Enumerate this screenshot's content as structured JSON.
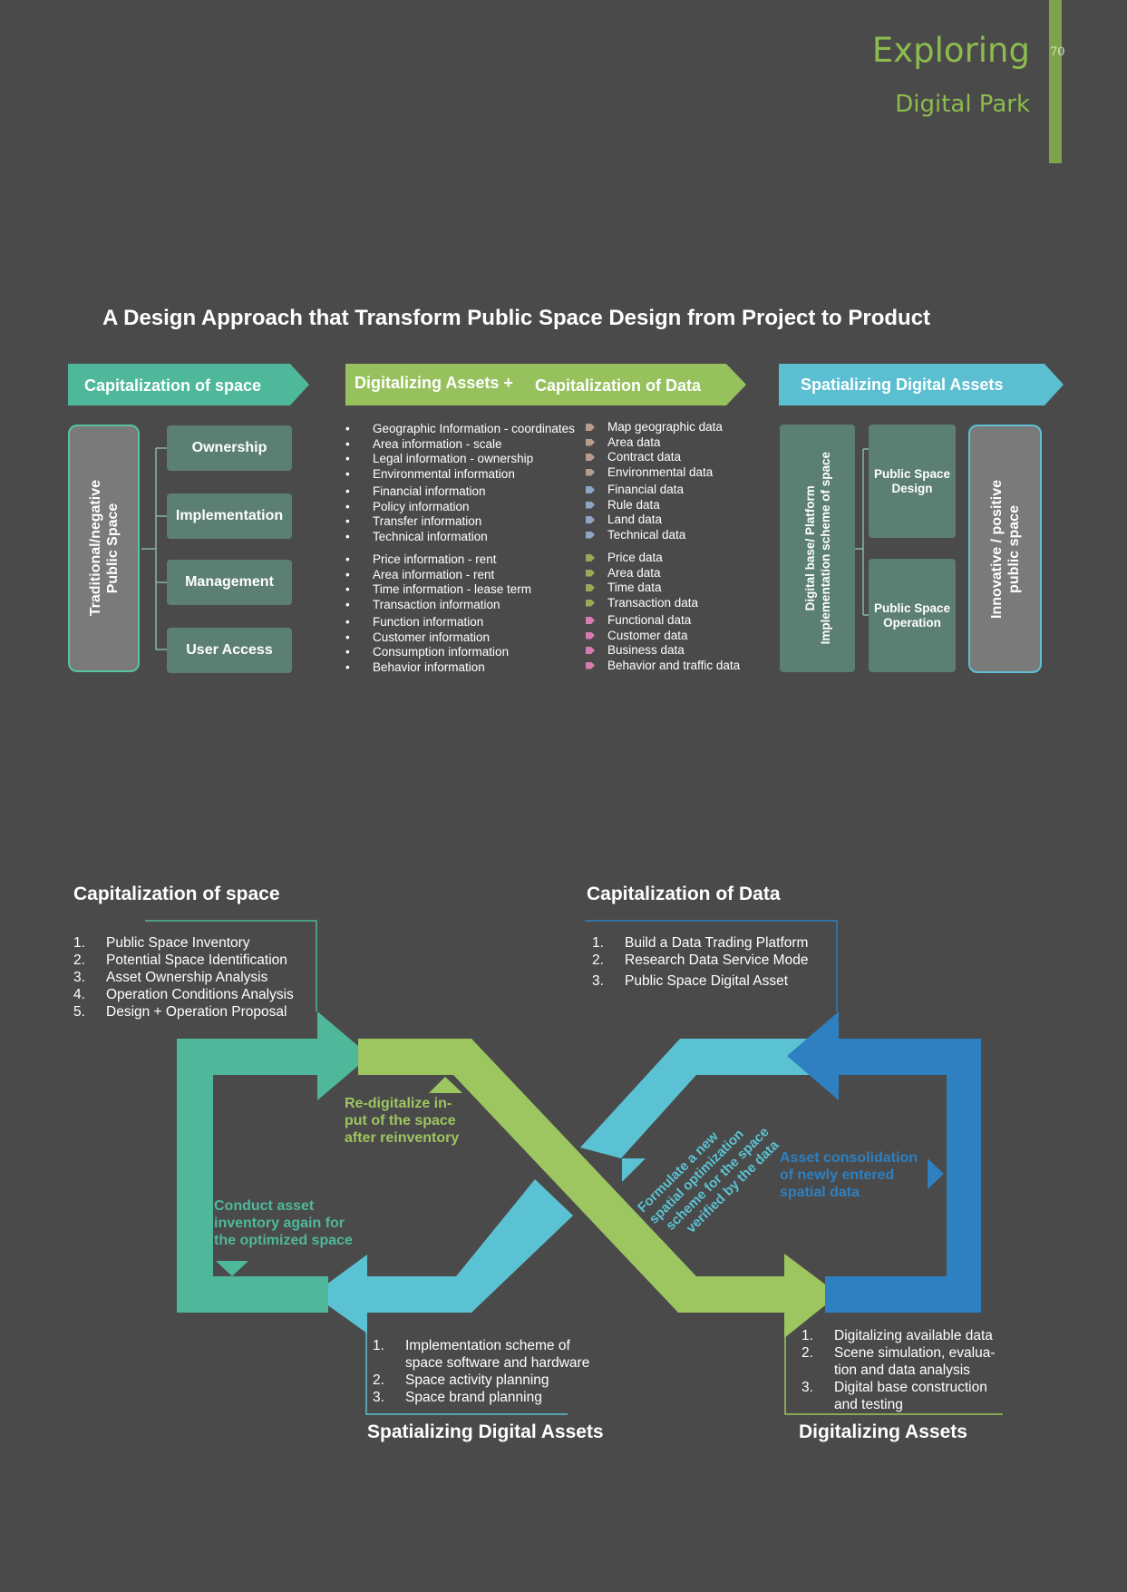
{
  "header": {
    "title": "Exploring",
    "subtitle": "Digital Park",
    "page_number": "70",
    "accent": "#7ea34a"
  },
  "main_title": "A Design Approach that Transform Public Space Design from Project to Product",
  "top_diagram": {
    "section1": {
      "label": "Capitalization of space",
      "color": "#4fb89a",
      "vertical": [
        "Traditional/negative",
        "Public Space"
      ],
      "boxes": [
        "Ownership",
        "Implementation",
        "Management",
        "User Access"
      ]
    },
    "section2": {
      "label_a": "Digitalizing Assets +",
      "label_b": "Capitalization of Data",
      "color": "#96c15d",
      "groups": [
        {
          "info": [
            "Geographic Information - coordinates",
            "Area information - scale",
            "Legal information - ownership",
            "Environmental information"
          ],
          "data": [
            "Map geographic data",
            "Area data",
            "Contract data",
            "Environmental data"
          ],
          "marker": "#b79c8e"
        },
        {
          "info": [
            "Financial information",
            "Policy information",
            "Transfer information",
            "Technical information"
          ],
          "data": [
            "Financial data",
            "Rule data",
            "Land data",
            "Technical data"
          ],
          "marker": "#8ea6c4"
        },
        {
          "info": [
            "Price information - rent",
            "Area information - rent",
            "Time information - lease term",
            "Transaction information"
          ],
          "data": [
            "Price data",
            "Area data",
            "Time data",
            "Transaction data"
          ],
          "marker": "#9aa85a"
        },
        {
          "info": [
            "Function information",
            "Customer information",
            "Consumption information",
            "Behavior information"
          ],
          "data": [
            "Functional data",
            "Customer data",
            "Business data",
            "Behavior and traffic data"
          ],
          "marker": "#d77bb0"
        }
      ]
    },
    "section3": {
      "label": "Spatializing Digital Assets",
      "color": "#5bbfd1",
      "vertical_left": [
        "Digital base/ Platform",
        "Implementation scheme of space"
      ],
      "boxes": [
        "Public Space Design",
        "Public Space Operation"
      ],
      "vertical_right": [
        "Innovative / positive",
        "public space"
      ]
    }
  },
  "bottom_diagram": {
    "cap_space": {
      "heading": "Capitalization of space",
      "items": [
        {
          "n": "1.",
          "t": "Public Space Inventory"
        },
        {
          "n": "2.",
          "t": "Potential Space Identification"
        },
        {
          "n": "3.",
          "t": "Asset Ownership Analysis"
        },
        {
          "n": "4.",
          "t": "Operation Conditions Analysis"
        },
        {
          "n": "5.",
          "t": "Design + Operation Proposal"
        }
      ]
    },
    "cap_data": {
      "heading": "Capitalization of Data",
      "items": [
        {
          "n": "1.",
          "t": "Build a Data Trading Platform"
        },
        {
          "n": "2.",
          "t": "Research Data Service Mode"
        },
        {
          "n": "3.",
          "t": "Public Space Digital Asset"
        }
      ]
    },
    "spatializing": {
      "heading": "Spatializing Digital Assets",
      "items": [
        {
          "n": "1.",
          "t": "Implementation scheme of"
        },
        {
          "n": "",
          "t": "space software and hardware"
        },
        {
          "n": "2.",
          "t": "Space activity planning"
        },
        {
          "n": "3.",
          "t": "Space brand planning"
        }
      ]
    },
    "digitalizing": {
      "heading": "Digitalizing Assets",
      "items": [
        {
          "n": "1.",
          "t": "Digitalizing available data"
        },
        {
          "n": "2.",
          "t": "Scene simulation, evalua-"
        },
        {
          "n": "",
          "t": "tion and data analysis"
        },
        {
          "n": "3.",
          "t": "Digital base construction"
        },
        {
          "n": "",
          "t": "and testing"
        }
      ]
    },
    "labels": {
      "redigitalize": [
        "Re-digitalize in-",
        "put of the space",
        "after reinventory"
      ],
      "conduct": [
        "Conduct asset",
        "inventory again for",
        "the optimized space"
      ],
      "formulate": [
        "Formulate a new",
        "spatial optimization",
        "scheme for the space",
        "verified by the data"
      ],
      "asset": [
        "Asset consolidation",
        "of newly entered",
        "spatial data"
      ]
    },
    "colors": {
      "teal": "#4fb89a",
      "green": "#9dc560",
      "cyan": "#5bc2d3",
      "blue": "#2e80c1"
    }
  }
}
